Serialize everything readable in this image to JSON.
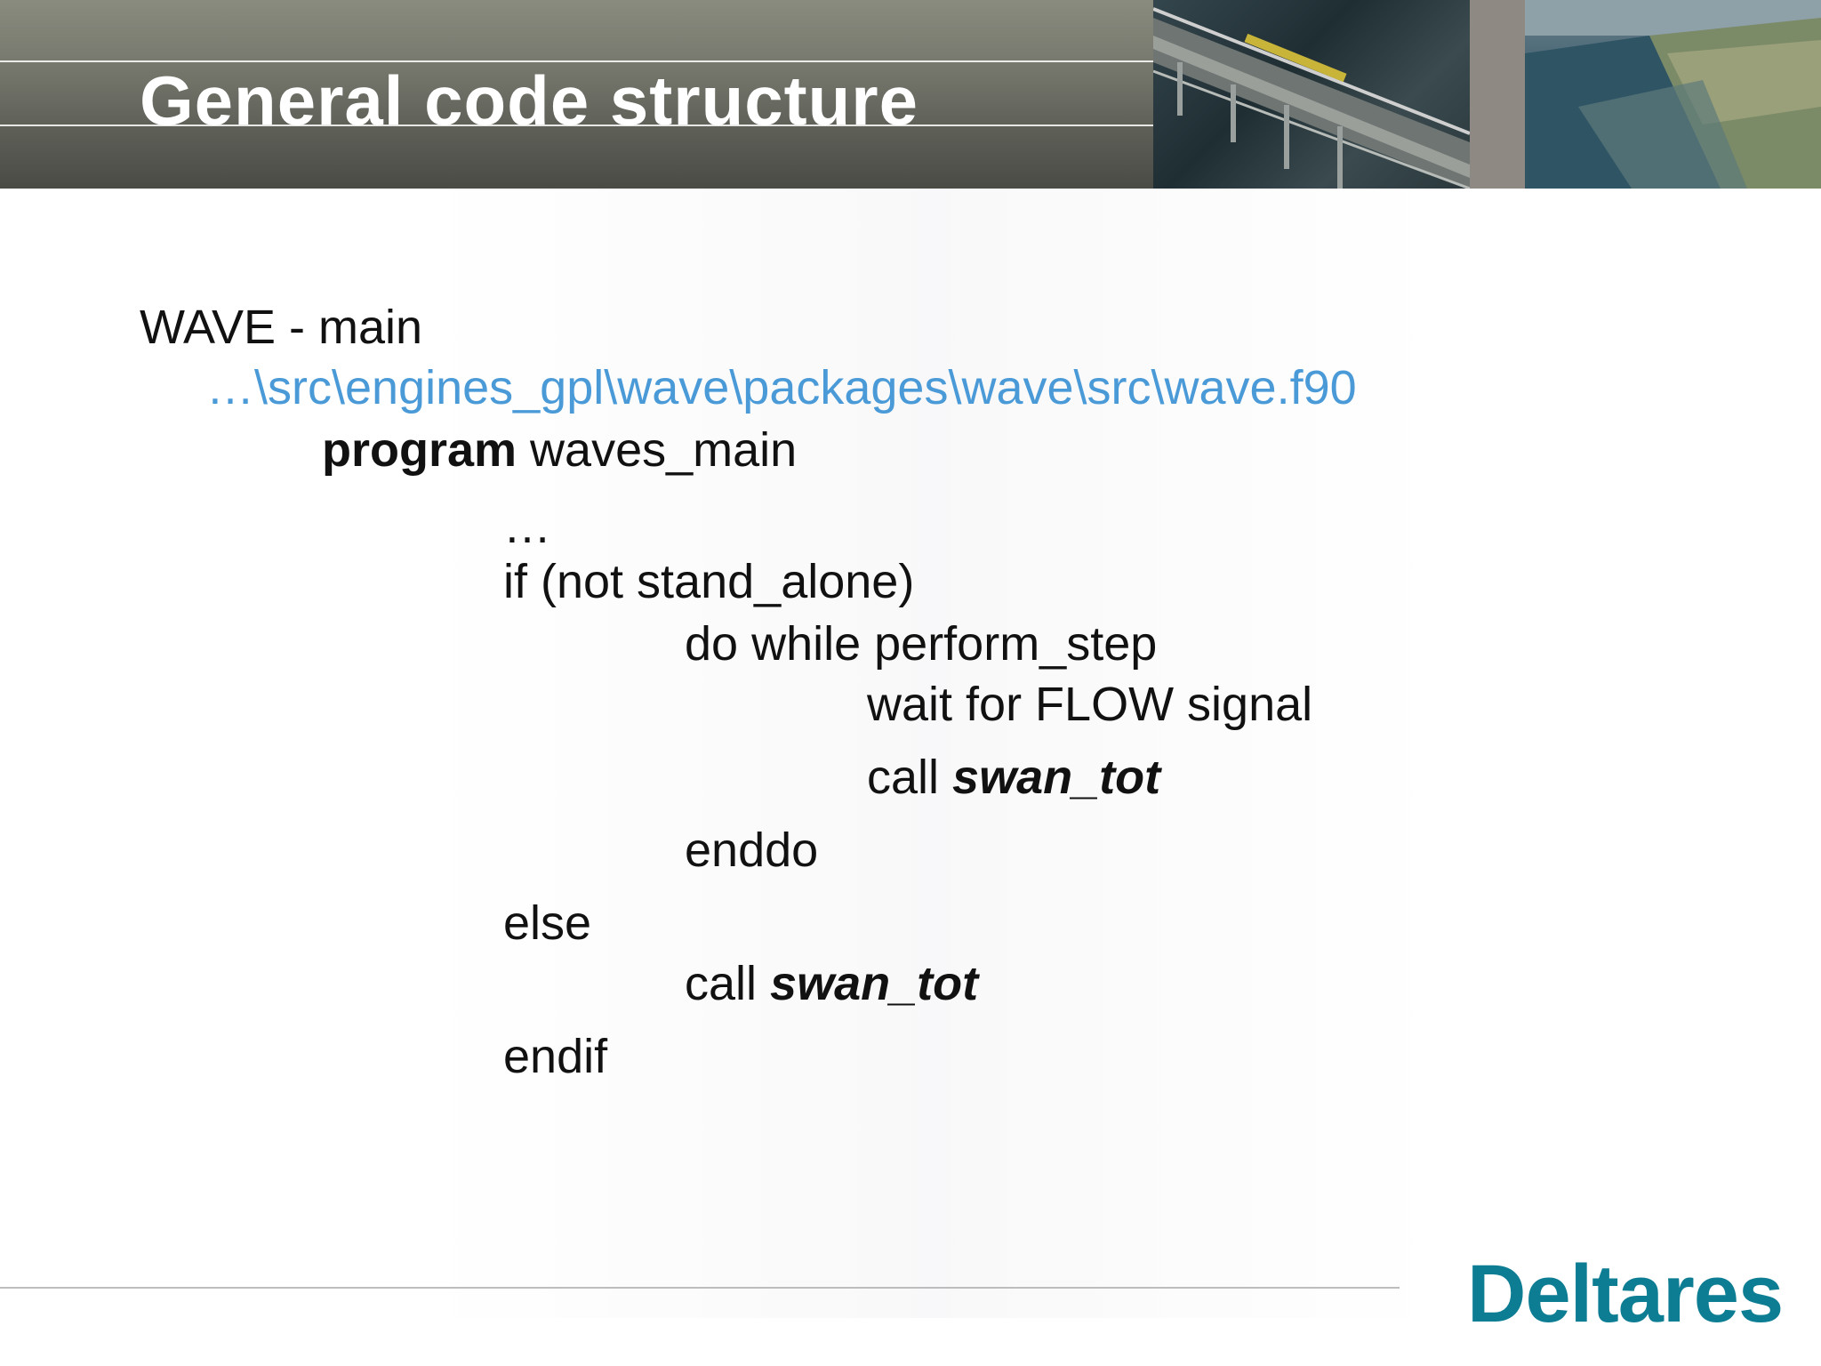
{
  "slide": {
    "title": "General code structure",
    "lines": {
      "heading": "WAVE - main",
      "path": "…\\src\\engines_gpl\\wave\\packages\\wave\\src\\wave.f90",
      "program_kw": "program",
      "program_name": " waves_main",
      "ellipsis": "…",
      "if_line": "if (not stand_alone)",
      "do_line": "do while perform_step",
      "wait_line": "wait for FLOW signal",
      "call_kw_1": "call ",
      "call_fn_1": "swan_tot",
      "enddo_line": "enddo",
      "else_line": "else",
      "call_kw_2": "call ",
      "call_fn_2": "swan_tot",
      "endif_line": "endif"
    }
  },
  "branding": {
    "logo_text": "Deltares",
    "logo_color": "#0d7d93",
    "path_color": "#4a9ad8"
  }
}
